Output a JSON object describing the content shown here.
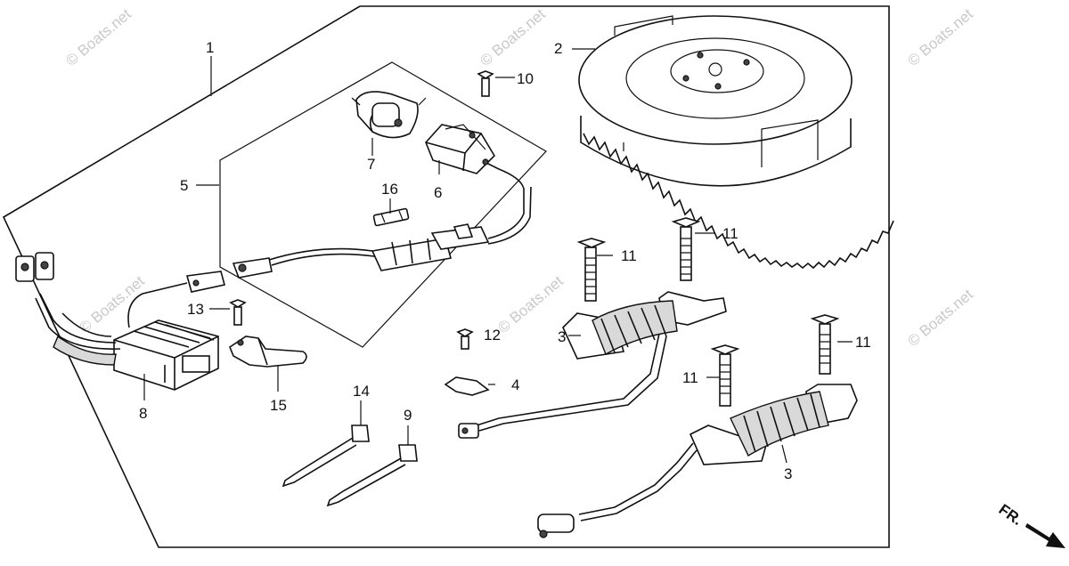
{
  "watermark": "© Boats.net",
  "front_marker": "FR.",
  "callouts": {
    "c1": "1",
    "c2": "2",
    "c3a": "3",
    "c3b": "3",
    "c4": "4",
    "c5": "5",
    "c6": "6",
    "c7": "7",
    "c8": "8",
    "c9": "9",
    "c10": "10",
    "c11a": "11",
    "c11b": "11",
    "c11c": "11",
    "c11d": "11",
    "c12": "12",
    "c13": "13",
    "c14": "14",
    "c15": "15",
    "c16": "16"
  }
}
